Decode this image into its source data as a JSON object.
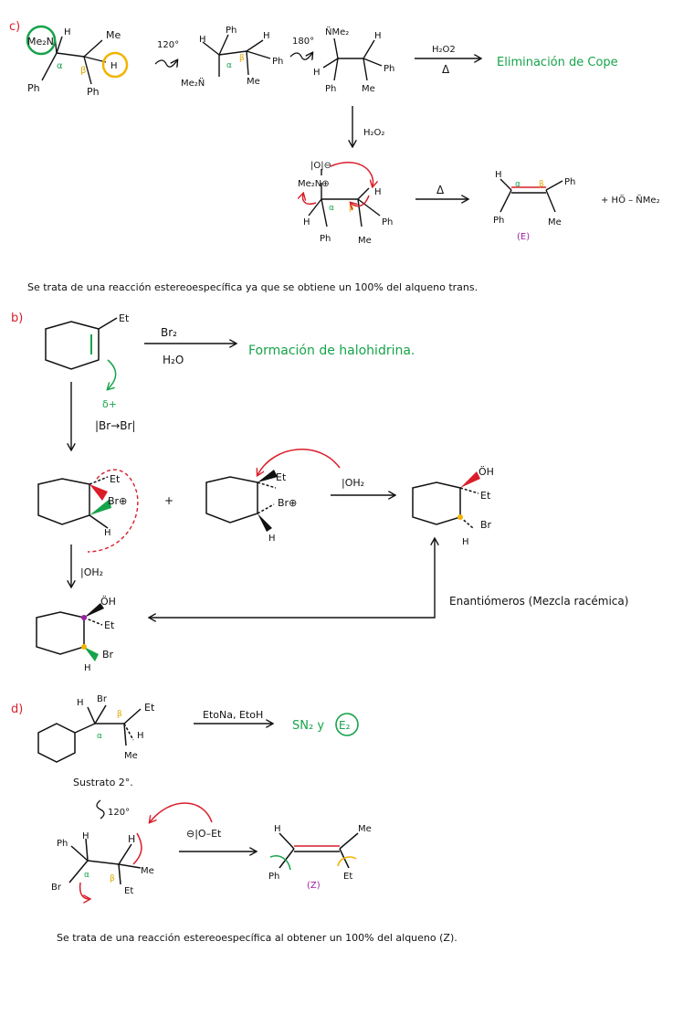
{
  "colors": {
    "ink": "#111111",
    "green": "#16a34a",
    "red": "#d91e2a",
    "purple": "#9b1fa3",
    "yellow": "#f2b400"
  },
  "section_c": {
    "label": "c)",
    "groups": {
      "nme2": "Me₂N",
      "h": "H",
      "me": "Me",
      "ph": "Ph",
      "alpha": "α",
      "beta": "β"
    },
    "rotation1": "120°",
    "rotation2": "180°",
    "nme2_bottom": "Me₂N̈",
    "nme2_top": "N̈Me₂",
    "reagent_top": "H₂O2",
    "heat": "Δ",
    "result": "Eliminación de Cope",
    "reagent_down": "H₂O₂",
    "oxide_o": "|O|⊖",
    "oxide_n": "Me₂N⊕",
    "heat2": "Δ",
    "product_label": "(E)",
    "byproduct": "+  HÖ – N̈Me₂",
    "note": "Se trata de una reacción estereoespecífica ya que se obtiene un 100% del alqueno trans."
  },
  "section_b": {
    "label": "b)",
    "substituent": "Et",
    "reagent1": "Br₂",
    "reagent2": "H₂O",
    "result": "Formación de halohidrina.",
    "delta_plus": "δ+",
    "polar": "|Br→Br|",
    "bromonium": "Br⊕",
    "h": "H",
    "et": "Et",
    "plus": "+",
    "water": "|OH₂",
    "oh": "ÖH",
    "br": "Br",
    "enantiomers": "Enantiómeros (Mezcla racémica)"
  },
  "section_d": {
    "label": "d)",
    "h": "H",
    "br": "Br",
    "et": "Et",
    "me": "Me",
    "ph": "Ph",
    "alpha": "α",
    "beta": "β",
    "reagent": "EtoNa, EtoH",
    "result_sn2": "SN₂ y",
    "result_e2": "E₂",
    "substrate": "Sustrato 2°.",
    "rotation": "120°",
    "base": "⊖|O–Et",
    "product_label": "(Z)",
    "note": "Se trata de una reacción estereoespecífica al obtener un 100% del alqueno (Z)."
  }
}
